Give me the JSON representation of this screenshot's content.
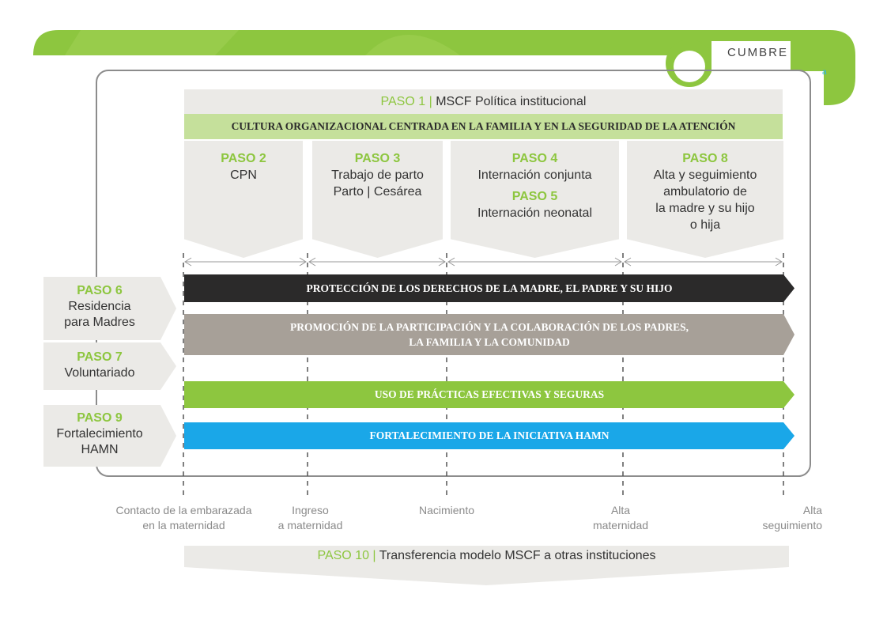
{
  "logo": {
    "text": "CUMBRE",
    "mark": "a"
  },
  "paso1": {
    "label": "PASO 1",
    "sep": " | ",
    "text": "MSCF Política institucional"
  },
  "cultura": "CULTURA ORGANIZACIONAL CENTRADA EN LA FAMILIA Y EN LA SEGURIDAD DE LA ATENCIÓN",
  "steps": [
    {
      "label": "PASO 2",
      "lines": [
        "CPN"
      ]
    },
    {
      "label": "PASO 3",
      "lines": [
        "Trabajo de parto",
        "Parto | Cesárea"
      ]
    },
    {
      "label": "PASO 4",
      "lines": [
        "Internación conjunta"
      ],
      "label2": "PASO 5",
      "lines2": [
        "Internación neonatal"
      ]
    },
    {
      "label": "PASO 8",
      "lines": [
        "Alta y seguimiento",
        "ambulatorio de",
        "la madre y su hijo",
        "o hija"
      ]
    }
  ],
  "side_steps": [
    {
      "label": "PASO 6",
      "lines": [
        "Residencia",
        "para Madres"
      ]
    },
    {
      "label": "PASO 7",
      "lines": [
        "Voluntariado"
      ]
    },
    {
      "label": "PASO 9",
      "lines": [
        "Fortalecimiento",
        "HAMN"
      ]
    }
  ],
  "bars": [
    {
      "lines": [
        "PROTECCIÓN DE LOS DERECHOS DE LA MADRE, EL PADRE Y SU HIJO"
      ],
      "color": "#2b2a2a"
    },
    {
      "lines": [
        "PROMOCIÓN DE LA PARTICIPACIÓN Y LA COLABORACIÓN DE LOS PADRES,",
        "LA FAMILIA Y LA COMUNIDAD"
      ],
      "color": "#a7a098"
    },
    {
      "lines": [
        "USO DE PRÁCTICAS EFECTIVAS Y SEGURAS"
      ],
      "color": "#8dc63f"
    },
    {
      "lines": [
        "FORTALECIMIENTO DE LA INICIATIVA HAMN"
      ],
      "color": "#1aa7e8"
    }
  ],
  "timeline": [
    {
      "lines": [
        "Contacto de la embarazada",
        "en la maternidad"
      ]
    },
    {
      "lines": [
        "Ingreso",
        "a maternidad"
      ]
    },
    {
      "lines": [
        "Nacimiento"
      ]
    },
    {
      "lines": [
        "Alta",
        "maternidad"
      ]
    },
    {
      "lines": [
        "Alta",
        "seguimiento"
      ]
    }
  ],
  "paso10": {
    "label": "PASO 10",
    "sep": " | ",
    "text": "Transferencia modelo MSCF a otras instituciones"
  },
  "colors": {
    "green": "#8dc63f",
    "light_green": "#c5e09b",
    "gray_box": "#ebeae7",
    "blue": "#1aa7e8",
    "dark": "#2b2a2a",
    "taupe": "#a7a098"
  }
}
